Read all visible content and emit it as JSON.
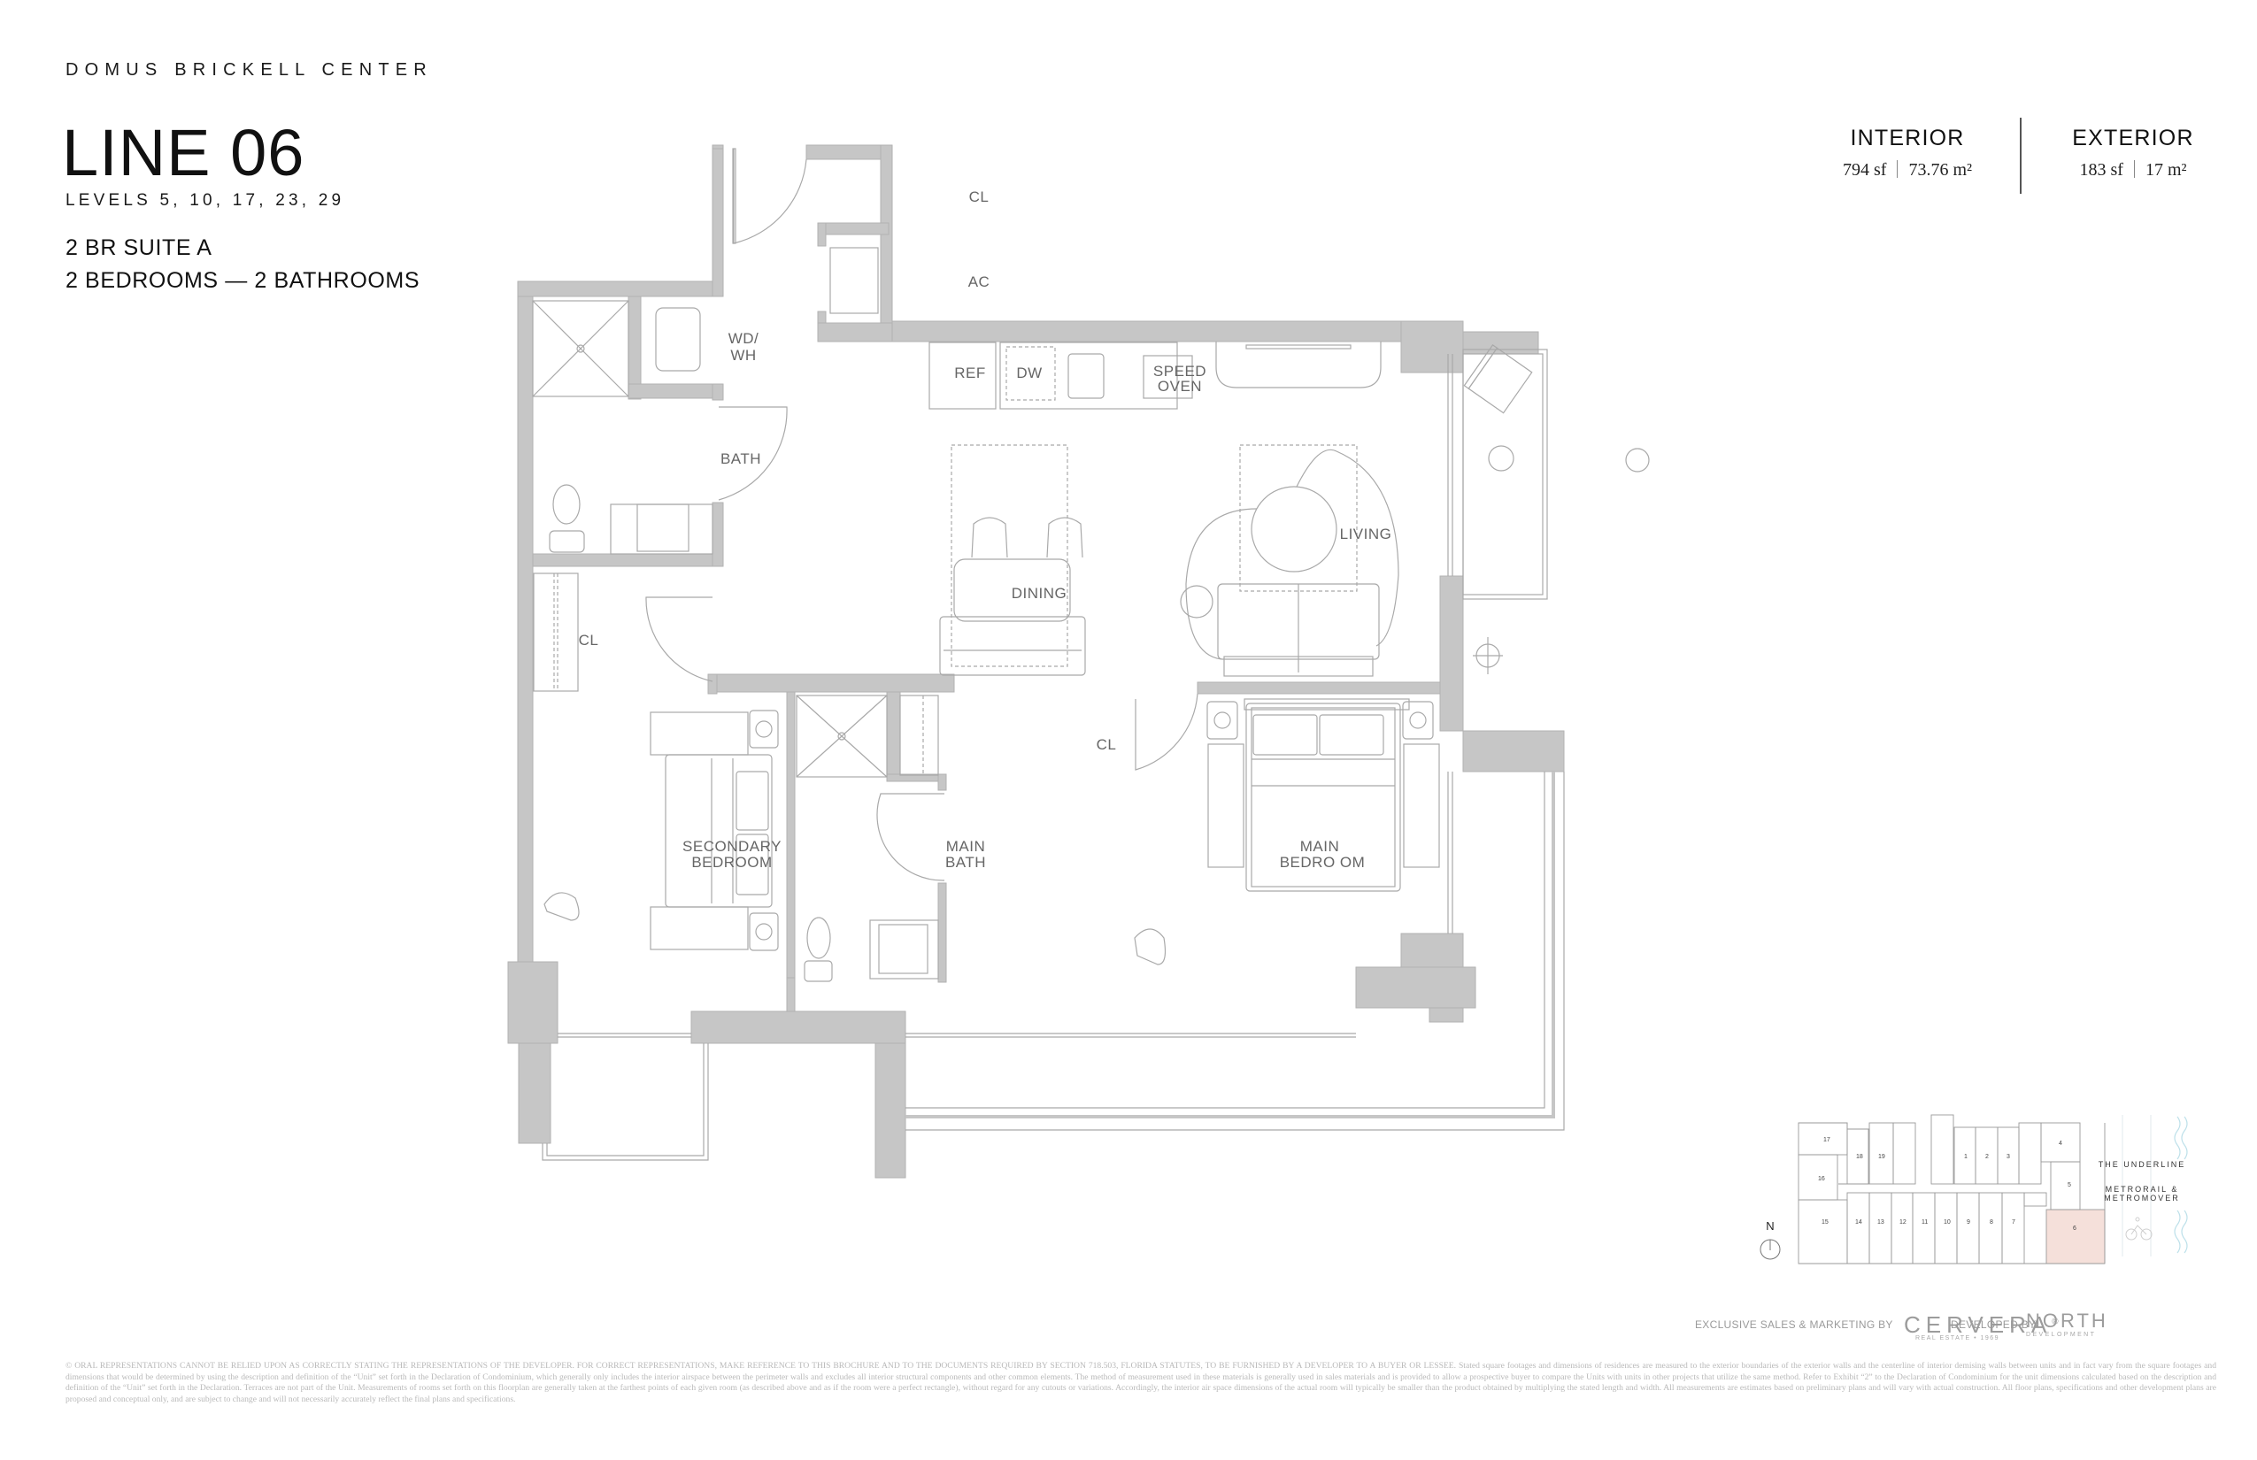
{
  "header": {
    "brand": "DOMUS BRICKELL CENTER",
    "line_title": "LINE 06",
    "levels": "LEVELS 5, 10, 17, 23, 29",
    "suite": "2 BR SUITE A",
    "bedrooms_bathrooms": "2 BEDROOMS — 2 BATHROOMS"
  },
  "areas": {
    "interior": {
      "label": "INTERIOR",
      "sf": "794 sf",
      "m2": "73.76 m²"
    },
    "exterior": {
      "label": "EXTERIOR",
      "sf": "183 sf",
      "m2": "17 m²"
    }
  },
  "floorplan": {
    "wall_color": "#c6c6c6",
    "line_color": "#a9a9a9",
    "rooms": [
      {
        "id": "cl-entry",
        "label": "CL"
      },
      {
        "id": "ac",
        "label": "AC"
      },
      {
        "id": "wd-wh",
        "label": "WD/",
        "label2": "WH"
      },
      {
        "id": "ref",
        "label": "REF"
      },
      {
        "id": "dw",
        "label": "DW"
      },
      {
        "id": "speed-oven",
        "label": "SPEED",
        "label2": "OVEN"
      },
      {
        "id": "bath",
        "label": "BATH"
      },
      {
        "id": "dining",
        "label": "DINING"
      },
      {
        "id": "living",
        "label": "LIVING"
      },
      {
        "id": "cl-hall",
        "label": "CL"
      },
      {
        "id": "cl-main",
        "label": "CL"
      },
      {
        "id": "secondary-bedroom",
        "label": "SECONDARY",
        "label2": "BEDROOM"
      },
      {
        "id": "main-bath",
        "label": "MAIN",
        "label2": "BATH"
      },
      {
        "id": "main-bedroom",
        "label": "MAIN",
        "label2": "BEDRO OM"
      }
    ]
  },
  "compass": {
    "label": "N"
  },
  "key_plan": {
    "highlight_color": "#f5e0da",
    "units": [
      "1",
      "2",
      "3",
      "4",
      "5",
      "6",
      "7",
      "8",
      "9",
      "10",
      "11",
      "12",
      "13",
      "14",
      "15",
      "16",
      "17",
      "18",
      "19"
    ],
    "highlighted_unit": "6",
    "labels": {
      "underline": "THE UNDERLINE",
      "metro_line1": "METRORAIL &",
      "metro_line2": "METROMOVER"
    }
  },
  "footer": {
    "sales_label": "EXCLUSIVE SALES & MARKETING BY",
    "sales_brand": "CERVERA",
    "sales_brand_reg": "®",
    "sales_brand_sub": "REAL ESTATE • 1969",
    "developer_label": "DEVELOPED BY",
    "developer_brand": "NORTH",
    "developer_brand_sub": "DEVELOPMENT",
    "disclaimer": "© ORAL REPRESENTATIONS CANNOT BE RELIED UPON AS CORRECTLY STATING THE REPRESENTATIONS OF THE DEVELOPER. FOR CORRECT REPRESENTATIONS, MAKE REFERENCE TO THIS BROCHURE AND TO THE DOCUMENTS REQUIRED BY SECTION 718.503, FLORIDA STATUTES, TO BE FURNISHED BY A DEVELOPER TO A BUYER OR LESSEE. Stated square footages and dimensions of residences are measured to the exterior boundaries of the exterior walls and the centerline of interior demising walls between units and in fact vary from the square footages and dimensions that would be determined by using the description and definition of the “Unit” set forth in the Declaration of Condominium, which generally only includes the interior airspace between the perimeter walls and excludes all interior structural components and other common elements. The method of measurement used in these materials is generally used in sales materials and is provided to allow a prospective buyer to compare the Units with units in other projects that utilize the same method. Refer to Exhibit “2” to the Declaration of Condominium for the unit dimensions calculated based on the description and definition of the “Unit” set forth in the Declaration. Terraces are not part of the Unit. Measurements of rooms set forth on this floorplan are generally taken at the farthest points of each given room (as described above and as if the room were a perfect rectangle), without regard for any cutouts or variations. Accordingly, the interior air space dimensions of the actual room will typically be smaller than the product obtained by multiplying the stated length and width. All measurements are estimates based on preliminary plans and will vary with actual construction. All floor plans, specifications and other development plans are proposed and conceptual only, and are subject to change and will not necessarily accurately reflect the final plans and specifications."
  }
}
